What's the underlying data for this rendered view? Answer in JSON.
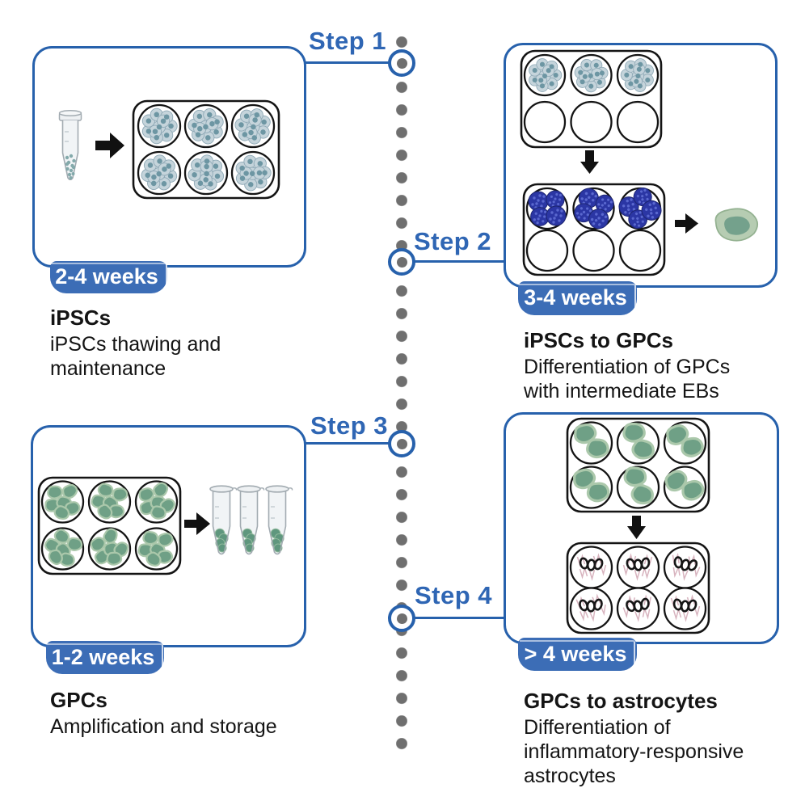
{
  "figure": {
    "type": "protocol-timeline",
    "orientation": "vertical-center-dotted-line",
    "step_count": 4
  },
  "colors": {
    "accent_blue": "#2761ac",
    "badge_blue": "#3c6db6",
    "step_label_blue": "#2f66b4",
    "timeline_dot_gray": "#6f6f6f",
    "ipsc_colony_fill": "#c5d4db",
    "ipsc_nucleus": "#6d96a3",
    "eb_navy": "#2b36a4",
    "gpc_green": "#6fa086",
    "gpc_light_green": "#b6ccb2",
    "astrocyte_pink": "#d2a7b4",
    "pellet_green": "#5f977e"
  },
  "steps": [
    {
      "label": "Step 1",
      "duration": "2-4 weeks",
      "title": "iPSCs",
      "description": "iPSCs thawing and\nmaintenance",
      "icons": [
        "cryovial-icon",
        "arrow-right-icon",
        "six-well-plate-ipsc-colonies-icon"
      ]
    },
    {
      "label": "Step 2",
      "duration": "3-4 weeks",
      "title": "iPSCs to GPCs",
      "description": "Differentiation of GPCs\nwith intermediate EBs",
      "icons": [
        "six-well-plate-ipsc-top-row-icon",
        "arrow-down-icon",
        "six-well-plate-embryoid-bodies-icon",
        "arrow-right-icon",
        "gpc-cell-icon"
      ]
    },
    {
      "label": "Step 3",
      "duration": "1-2 weeks",
      "title": "GPCs",
      "description": "Amplification and storage",
      "icons": [
        "six-well-plate-gpc-clusters-icon",
        "arrow-right-icon",
        "cryotubes-with-pellets-icon"
      ]
    },
    {
      "label": "Step 4",
      "duration": "> 4 weeks",
      "title": "GPCs to astrocytes",
      "description": "Differentiation of\ninflammatory-responsive\nastrocytes",
      "icons": [
        "six-well-plate-gpc-pairs-icon",
        "arrow-down-icon",
        "six-well-plate-astrocytes-icon"
      ]
    }
  ]
}
